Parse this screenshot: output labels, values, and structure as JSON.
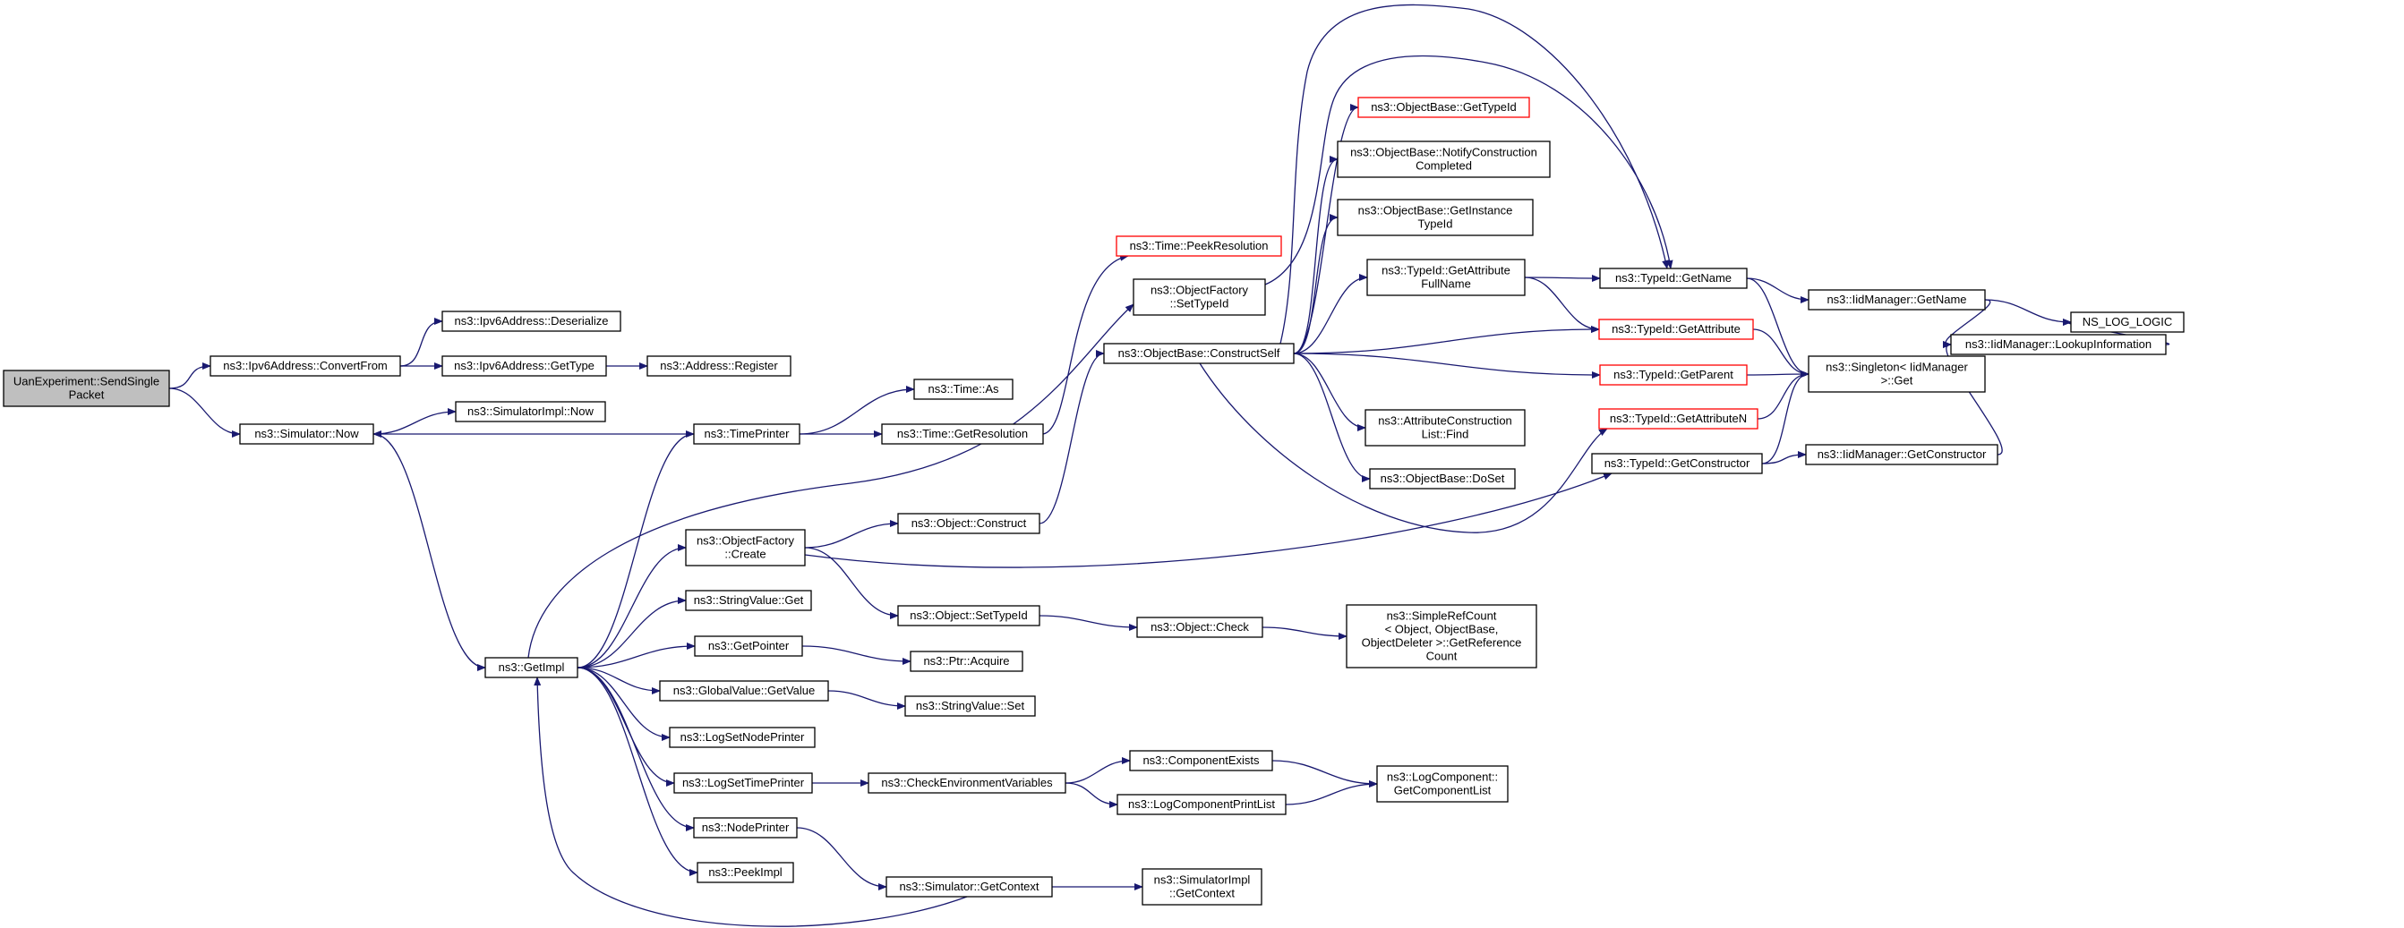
{
  "graph": {
    "nodes": [
      {
        "id": "root",
        "lines": [
          "UanExperiment::SendSingle",
          "Packet"
        ],
        "style": "root"
      },
      {
        "id": "convertFrom",
        "lines": [
          "ns3::Ipv6Address::ConvertFrom"
        ]
      },
      {
        "id": "deserialize",
        "lines": [
          "ns3::Ipv6Address::Deserialize"
        ]
      },
      {
        "id": "getType",
        "lines": [
          "ns3::Ipv6Address::GetType"
        ]
      },
      {
        "id": "addrRegister",
        "lines": [
          "ns3::Address::Register"
        ]
      },
      {
        "id": "simNow",
        "lines": [
          "ns3::Simulator::Now"
        ]
      },
      {
        "id": "simImplNow",
        "lines": [
          "ns3::SimulatorImpl::Now"
        ]
      },
      {
        "id": "getImpl",
        "lines": [
          "ns3::GetImpl"
        ]
      },
      {
        "id": "timePrinter",
        "lines": [
          "ns3::TimePrinter"
        ]
      },
      {
        "id": "timeAs",
        "lines": [
          "ns3::Time::As"
        ]
      },
      {
        "id": "timeGetRes",
        "lines": [
          "ns3::Time::GetResolution"
        ]
      },
      {
        "id": "peekRes",
        "lines": [
          "ns3::Time::PeekResolution"
        ],
        "style": "red"
      },
      {
        "id": "ofSetTypeId",
        "lines": [
          "ns3::ObjectFactory",
          "::SetTypeId"
        ]
      },
      {
        "id": "ofCreate",
        "lines": [
          "ns3::ObjectFactory",
          "::Create"
        ]
      },
      {
        "id": "objConstruct",
        "lines": [
          "ns3::Object::Construct"
        ]
      },
      {
        "id": "constructSelf",
        "lines": [
          "ns3::ObjectBase::ConstructSelf"
        ]
      },
      {
        "id": "obGetTypeId",
        "lines": [
          "ns3::ObjectBase::GetTypeId"
        ],
        "style": "red"
      },
      {
        "id": "notifyConstruction",
        "lines": [
          "ns3::ObjectBase::NotifyConstruction",
          "Completed"
        ]
      },
      {
        "id": "getInstanceTypeId",
        "lines": [
          "ns3::ObjectBase::GetInstance",
          "TypeId"
        ]
      },
      {
        "id": "getAttrFullName",
        "lines": [
          "ns3::TypeId::GetAttribute",
          "FullName"
        ]
      },
      {
        "id": "typeIdGetName",
        "lines": [
          "ns3::TypeId::GetName"
        ]
      },
      {
        "id": "iidGetName",
        "lines": [
          "ns3::IidManager::GetName"
        ]
      },
      {
        "id": "nsLogLogic",
        "lines": [
          "NS_LOG_LOGIC"
        ]
      },
      {
        "id": "lookupInfo",
        "lines": [
          "ns3::IidManager::LookupInformation"
        ]
      },
      {
        "id": "getAttribute",
        "lines": [
          "ns3::TypeId::GetAttribute"
        ],
        "style": "red"
      },
      {
        "id": "getParent",
        "lines": [
          "ns3::TypeId::GetParent"
        ],
        "style": "red"
      },
      {
        "id": "singletonGet",
        "lines": [
          "ns3::Singleton< IidManager",
          " >::Get"
        ]
      },
      {
        "id": "getAttributeN",
        "lines": [
          "ns3::TypeId::GetAttributeN"
        ],
        "style": "red"
      },
      {
        "id": "getConstructor",
        "lines": [
          "ns3::TypeId::GetConstructor"
        ]
      },
      {
        "id": "iidGetConstructor",
        "lines": [
          "ns3::IidManager::GetConstructor"
        ]
      },
      {
        "id": "acListFind",
        "lines": [
          "ns3::AttributeConstruction",
          "List::Find"
        ]
      },
      {
        "id": "doSet",
        "lines": [
          "ns3::ObjectBase::DoSet"
        ]
      },
      {
        "id": "stringGet",
        "lines": [
          "ns3::StringValue::Get"
        ]
      },
      {
        "id": "objSetTypeId",
        "lines": [
          "ns3::Object::SetTypeId"
        ]
      },
      {
        "id": "objCheck",
        "lines": [
          "ns3::Object::Check"
        ]
      },
      {
        "id": "simpleRefCount",
        "lines": [
          "ns3::SimpleRefCount",
          "< Object, ObjectBase,",
          " ObjectDeleter >::GetReference",
          "Count"
        ]
      },
      {
        "id": "getPointer",
        "lines": [
          "ns3::GetPointer"
        ]
      },
      {
        "id": "ptrAcquire",
        "lines": [
          "ns3::Ptr::Acquire"
        ]
      },
      {
        "id": "gvGetValue",
        "lines": [
          "ns3::GlobalValue::GetValue"
        ]
      },
      {
        "id": "stringSet",
        "lines": [
          "ns3::StringValue::Set"
        ]
      },
      {
        "id": "logSetNodePrinter",
        "lines": [
          "ns3::LogSetNodePrinter"
        ]
      },
      {
        "id": "logSetTimePrinter",
        "lines": [
          "ns3::LogSetTimePrinter"
        ]
      },
      {
        "id": "checkEnv",
        "lines": [
          "ns3::CheckEnvironmentVariables"
        ]
      },
      {
        "id": "componentExists",
        "lines": [
          "ns3::ComponentExists"
        ]
      },
      {
        "id": "logCompPrintList",
        "lines": [
          "ns3::LogComponentPrintList"
        ]
      },
      {
        "id": "getComponentList",
        "lines": [
          "ns3::LogComponent::",
          "GetComponentList"
        ]
      },
      {
        "id": "nodePrinter",
        "lines": [
          "ns3::NodePrinter"
        ]
      },
      {
        "id": "peekImpl",
        "lines": [
          "ns3::PeekImpl"
        ]
      },
      {
        "id": "simGetContext",
        "lines": [
          "ns3::Simulator::GetContext"
        ]
      },
      {
        "id": "simImplGetContext",
        "lines": [
          "ns3::SimulatorImpl",
          "::GetContext"
        ]
      }
    ],
    "edges": [
      [
        "root",
        "convertFrom"
      ],
      [
        "root",
        "simNow"
      ],
      [
        "convertFrom",
        "deserialize"
      ],
      [
        "convertFrom",
        "getType"
      ],
      [
        "getType",
        "addrRegister"
      ],
      [
        "simNow",
        "simImplNow"
      ],
      [
        "simNow",
        "getImpl"
      ],
      [
        "timePrinter",
        "simNow"
      ],
      [
        "timePrinter",
        "timeAs"
      ],
      [
        "timePrinter",
        "timeGetRes"
      ],
      [
        "timeGetRes",
        "peekRes"
      ],
      [
        "getImpl",
        "timePrinter"
      ],
      [
        "getImpl",
        "ofSetTypeId"
      ],
      [
        "getImpl",
        "ofCreate"
      ],
      [
        "getImpl",
        "stringGet"
      ],
      [
        "getImpl",
        "getPointer"
      ],
      [
        "getImpl",
        "gvGetValue"
      ],
      [
        "getImpl",
        "logSetNodePrinter"
      ],
      [
        "getImpl",
        "logSetTimePrinter"
      ],
      [
        "getImpl",
        "nodePrinter"
      ],
      [
        "getImpl",
        "peekImpl"
      ],
      [
        "simGetContext",
        "getImpl"
      ],
      [
        "ofSetTypeId",
        "typeIdGetName"
      ],
      [
        "ofCreate",
        "objConstruct"
      ],
      [
        "ofCreate",
        "objSetTypeId"
      ],
      [
        "ofCreate",
        "getConstructor"
      ],
      [
        "objConstruct",
        "constructSelf"
      ],
      [
        "constructSelf",
        "obGetTypeId"
      ],
      [
        "constructSelf",
        "notifyConstruction"
      ],
      [
        "constructSelf",
        "getInstanceTypeId"
      ],
      [
        "constructSelf",
        "getAttrFullName"
      ],
      [
        "constructSelf",
        "typeIdGetName"
      ],
      [
        "constructSelf",
        "getAttribute"
      ],
      [
        "constructSelf",
        "getParent"
      ],
      [
        "constructSelf",
        "getAttributeN"
      ],
      [
        "constructSelf",
        "acListFind"
      ],
      [
        "constructSelf",
        "doSet"
      ],
      [
        "getAttrFullName",
        "typeIdGetName"
      ],
      [
        "getAttrFullName",
        "getAttribute"
      ],
      [
        "typeIdGetName",
        "iidGetName"
      ],
      [
        "typeIdGetName",
        "singletonGet"
      ],
      [
        "iidGetName",
        "nsLogLogic"
      ],
      [
        "iidGetName",
        "lookupInfo"
      ],
      [
        "lookupInfo",
        "nsLogLogic"
      ],
      [
        "getAttribute",
        "singletonGet"
      ],
      [
        "getParent",
        "singletonGet"
      ],
      [
        "getAttributeN",
        "singletonGet"
      ],
      [
        "getConstructor",
        "singletonGet"
      ],
      [
        "getConstructor",
        "iidGetConstructor"
      ],
      [
        "iidGetConstructor",
        "lookupInfo"
      ],
      [
        "objSetTypeId",
        "objCheck"
      ],
      [
        "objCheck",
        "simpleRefCount"
      ],
      [
        "getPointer",
        "ptrAcquire"
      ],
      [
        "gvGetValue",
        "stringSet"
      ],
      [
        "logSetTimePrinter",
        "checkEnv"
      ],
      [
        "checkEnv",
        "componentExists"
      ],
      [
        "checkEnv",
        "logCompPrintList"
      ],
      [
        "componentExists",
        "getComponentList"
      ],
      [
        "logCompPrintList",
        "getComponentList"
      ],
      [
        "nodePrinter",
        "simGetContext"
      ],
      [
        "simGetContext",
        "simImplGetContext"
      ]
    ],
    "colors": {
      "edge": "#191970",
      "red_border": "#ff0000",
      "root_fill": "#bfbfbf"
    }
  }
}
